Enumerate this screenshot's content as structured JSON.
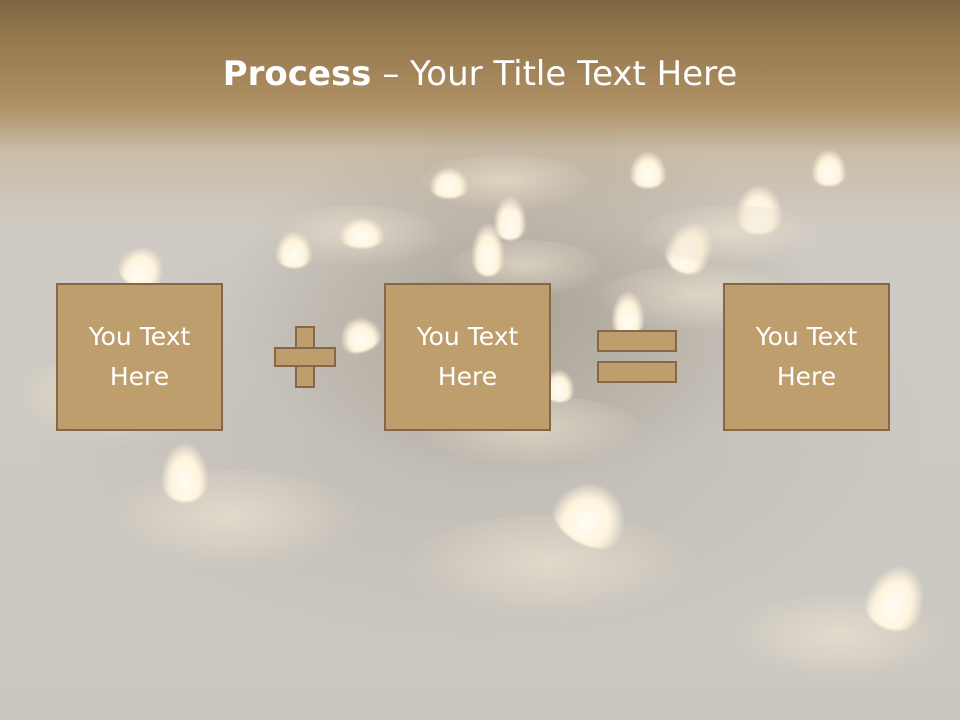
{
  "slide": {
    "title_strong": "Process",
    "title_rest": " – Your Title Text Here"
  },
  "boxes": [
    {
      "label": "You Text Here"
    },
    {
      "label": "You Text Here"
    },
    {
      "label": "You Text Here"
    }
  ],
  "operators": [
    "plus-icon",
    "equals-icon"
  ],
  "colors": {
    "header": "#8f7249",
    "box_fill": "#bf9e6e",
    "box_border": "#85684a",
    "text": "#ffffff"
  }
}
